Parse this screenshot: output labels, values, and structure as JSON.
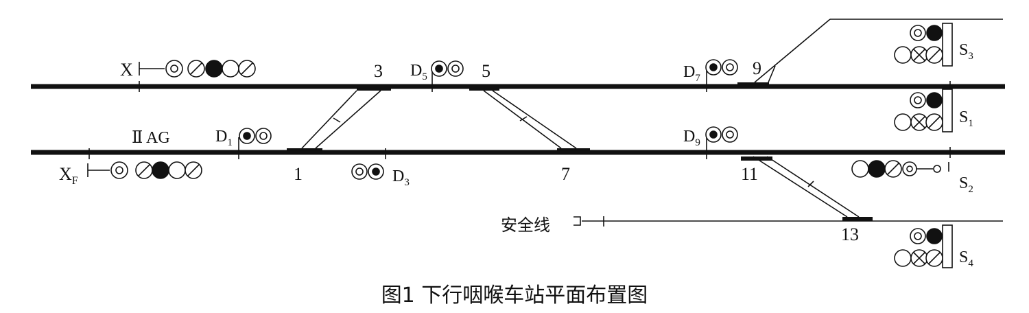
{
  "diagram": {
    "caption": "图1  下行咽喉车站平面布置图",
    "signals": {
      "X": "X",
      "XF_main": "X",
      "XF_sub": "F",
      "S3_main": "S",
      "S3_sub": "3",
      "S1_main": "S",
      "S1_sub": "1",
      "S2_main": "S",
      "S2_sub": "2",
      "S4_main": "S",
      "S4_sub": "4",
      "D1_main": "D",
      "D1_sub": "1",
      "D3_main": "D",
      "D3_sub": "3",
      "D5_main": "D",
      "D5_sub": "5",
      "D7_main": "D",
      "D7_sub": "7",
      "D9_main": "D",
      "D9_sub": "9"
    },
    "switches": [
      "1",
      "3",
      "5",
      "7",
      "9",
      "11",
      "13"
    ],
    "labels": {
      "track_section": "Ⅱ AG",
      "safety_line": "安全线"
    }
  }
}
